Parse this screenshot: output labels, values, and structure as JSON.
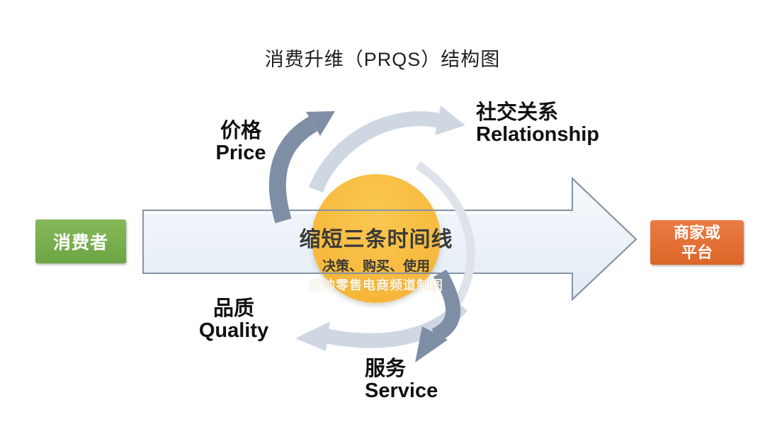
{
  "title": "消费升维（PRQS）结构图",
  "flow": {
    "source": {
      "label": "消费者"
    },
    "target": {
      "line1": "商家或",
      "line2": "平台"
    }
  },
  "labels": [
    {
      "id": "price",
      "zh": "价格",
      "en": "Price"
    },
    {
      "id": "relationship",
      "zh": "社交关系",
      "en": "Relationship"
    },
    {
      "id": "quality",
      "zh": "品质",
      "en": "Quality"
    },
    {
      "id": "service",
      "zh": "服务",
      "en": "Service"
    }
  ],
  "center": {
    "headline": "缩短三条时间线",
    "subline": "决策、购买、使用",
    "watermark": "庄帅零售电商频道制图"
  },
  "colors": {
    "green-top": "#85B95A",
    "green-bot": "#6CA544",
    "orange-top": "#EA7C44",
    "orange-bot": "#DC6527",
    "amber-top": "#FBC851",
    "amber-bot": "#F6B63A",
    "slate": "#7E8EA5",
    "light": "#CFD7E3",
    "arrow-stroke": "#8593A6"
  }
}
